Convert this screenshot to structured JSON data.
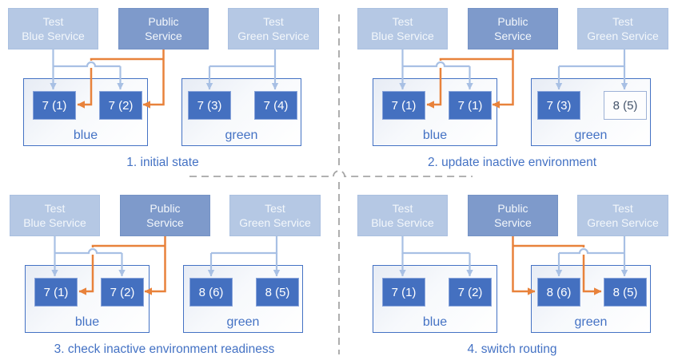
{
  "colors": {
    "accent_blue": "#4472C4",
    "pod_blue": "#4470C0",
    "service_light_blue": "#B5C8E4",
    "service_mid_blue": "#7E9ACB",
    "connector_light_blue": "#A8C0E4",
    "connector_orange": "#E8823B",
    "divider_gray": "#A6A6A6",
    "outline_pod_text": "#44546A"
  },
  "panels": [
    {
      "caption": "1. initial state",
      "services": [
        {
          "label": "Test\nBlue Service"
        },
        {
          "label": "Public\nService"
        },
        {
          "label": "Test\nGreen Service"
        }
      ],
      "environments": [
        {
          "name": "blue",
          "pods": [
            {
              "label": "7 (1)"
            },
            {
              "label": "7 (2)"
            }
          ]
        },
        {
          "name": "green",
          "pods": [
            {
              "label": "7 (3)"
            },
            {
              "label": "7 (4)"
            }
          ]
        }
      ]
    },
    {
      "caption": "2. update inactive environment",
      "services": [
        {
          "label": "Test\nBlue Service"
        },
        {
          "label": "Public\nService"
        },
        {
          "label": "Test\nGreen Service"
        }
      ],
      "environments": [
        {
          "name": "blue",
          "pods": [
            {
              "label": "7 (1)"
            },
            {
              "label": "7 (1)"
            }
          ]
        },
        {
          "name": "green",
          "pods": [
            {
              "label": "7 (3)"
            },
            {
              "label": "8 (5)",
              "outlined": true
            }
          ]
        }
      ]
    },
    {
      "caption": "3. check inactive environment readiness",
      "services": [
        {
          "label": "Test\nBlue Service"
        },
        {
          "label": "Public\nService"
        },
        {
          "label": "Test\nGreen Service"
        }
      ],
      "environments": [
        {
          "name": "blue",
          "pods": [
            {
              "label": "7 (1)"
            },
            {
              "label": "7 (2)"
            }
          ]
        },
        {
          "name": "green",
          "pods": [
            {
              "label": "8 (6)"
            },
            {
              "label": "8 (5)"
            }
          ]
        }
      ]
    },
    {
      "caption": "4. switch routing",
      "services": [
        {
          "label": "Test\nBlue Service"
        },
        {
          "label": "Public\nService"
        },
        {
          "label": "Test\nGreen Service"
        }
      ],
      "environments": [
        {
          "name": "blue",
          "pods": [
            {
              "label": "7 (1)"
            },
            {
              "label": "7 (2)"
            }
          ]
        },
        {
          "name": "green",
          "pods": [
            {
              "label": "8 (6)"
            },
            {
              "label": "8 (5)"
            }
          ]
        }
      ]
    }
  ]
}
